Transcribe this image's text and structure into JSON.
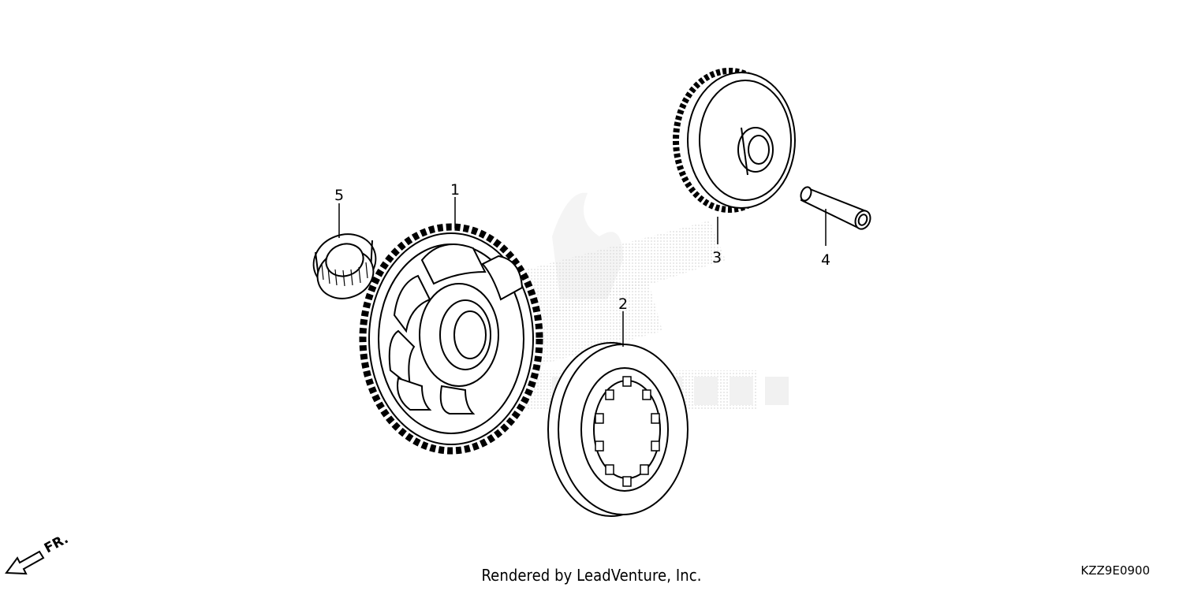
{
  "callouts": [
    "1",
    "2",
    "3",
    "4",
    "5"
  ],
  "front_indicator": "FR.",
  "footer": {
    "credit": "Rendered by LeadVenture, Inc.",
    "code": "KZZ9E0900"
  }
}
